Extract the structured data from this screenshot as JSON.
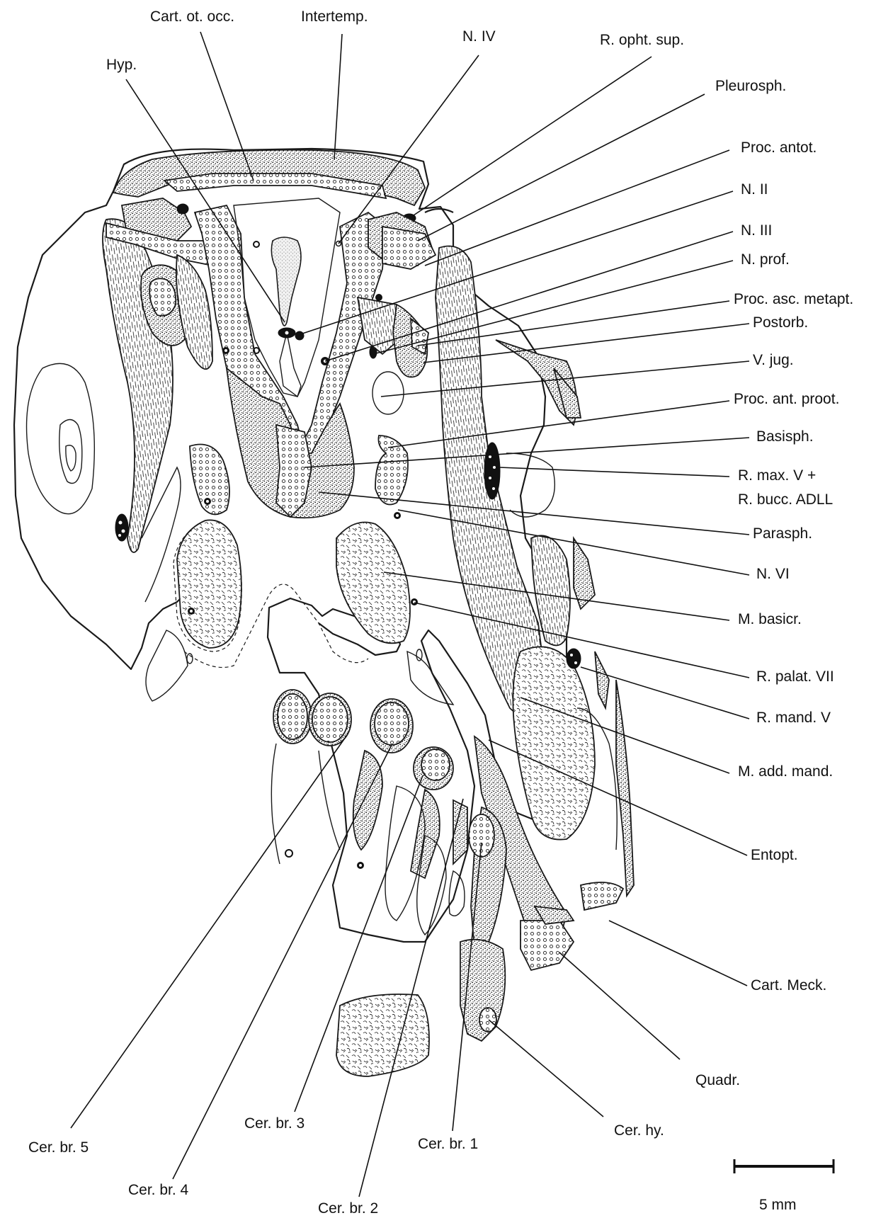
{
  "labels": {
    "cart_ot_occ": "Cart. ot. occ.",
    "intertemp": "Intertemp.",
    "n_iv": "N. IV",
    "r_opht_sup": "R. opht. sup.",
    "hyp": "Hyp.",
    "pleurosph": "Pleurosph.",
    "proc_antot": "Proc. antot.",
    "n_ii": "N. II",
    "n_iii": "N. III",
    "n_prof": "N. prof.",
    "proc_asc_metapt": "Proc. asc. metapt.",
    "postorb": "Postorb.",
    "v_jug": "V. jug.",
    "proc_ant_proot": "Proc. ant. proot.",
    "basisph": "Basisph.",
    "r_max_v_line1": "R. max. V +",
    "r_max_v_line2": "R. bucc. ADLL",
    "parasph": "Parasph.",
    "n_vi": "N. VI",
    "m_basicr": "M. basicr.",
    "r_palat_vii": "R. palat. VII",
    "r_mand_v": "R. mand. V",
    "m_add_mand": "M. add. mand.",
    "entopt": "Entopt.",
    "cart_meck": "Cart. Meck.",
    "quadr": "Quadr.",
    "cer_br_5": "Cer. br. 5",
    "cer_br_4": "Cer. br. 4",
    "cer_br_3": "Cer. br. 3",
    "cer_br_2": "Cer. br. 2",
    "cer_br_1": "Cer. br. 1",
    "cer_hy": "Cer. hy."
  },
  "scale_bar": {
    "label": "5 mm"
  }
}
